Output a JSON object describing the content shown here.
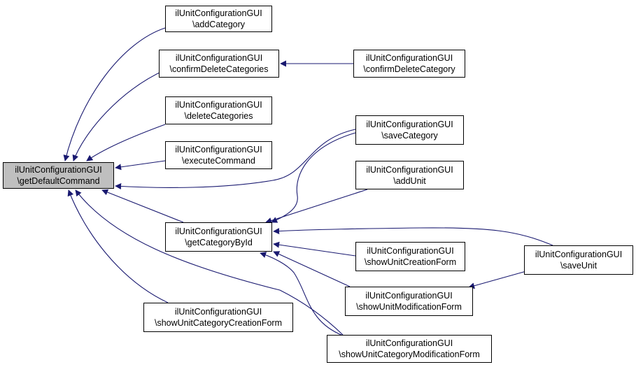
{
  "edge_color": "#191970",
  "focus_fill": "#bfbfbf",
  "nodes": {
    "getDefault": {
      "class": "ilUnitConfigurationGUI",
      "method": "\\getDefaultCommand"
    },
    "addCategory": {
      "class": "ilUnitConfigurationGUI",
      "method": "\\addCategory"
    },
    "confirmDeleteCategories": {
      "class": "ilUnitConfigurationGUI",
      "method": "\\confirmDeleteCategories"
    },
    "confirmDeleteCategory": {
      "class": "ilUnitConfigurationGUI",
      "method": "\\confirmDeleteCategory"
    },
    "deleteCategories": {
      "class": "ilUnitConfigurationGUI",
      "method": "\\deleteCategories"
    },
    "executeCommand": {
      "class": "ilUnitConfigurationGUI",
      "method": "\\executeCommand"
    },
    "saveCategory": {
      "class": "ilUnitConfigurationGUI",
      "method": "\\saveCategory"
    },
    "addUnit": {
      "class": "ilUnitConfigurationGUI",
      "method": "\\addUnit"
    },
    "getCategoryById": {
      "class": "ilUnitConfigurationGUI",
      "method": "\\getCategoryById"
    },
    "showUnitCreationForm": {
      "class": "ilUnitConfigurationGUI",
      "method": "\\showUnitCreationForm"
    },
    "saveUnit": {
      "class": "ilUnitConfigurationGUI",
      "method": "\\saveUnit"
    },
    "showUnitModificationForm": {
      "class": "ilUnitConfigurationGUI",
      "method": "\\showUnitModificationForm"
    },
    "showUnitCategoryCreationForm": {
      "class": "ilUnitConfigurationGUI",
      "method": "\\showUnitCategoryCreationForm"
    },
    "showUnitCategoryModificationForm": {
      "class": "ilUnitConfigurationGUI",
      "method": "\\showUnitCategoryModificationForm"
    }
  },
  "edges": [
    {
      "from": "addCategory",
      "to": "getDefault"
    },
    {
      "from": "confirmDeleteCategories",
      "to": "getDefault"
    },
    {
      "from": "confirmDeleteCategory",
      "to": "confirmDeleteCategories"
    },
    {
      "from": "deleteCategories",
      "to": "getDefault"
    },
    {
      "from": "executeCommand",
      "to": "getDefault"
    },
    {
      "from": "saveCategory",
      "to": "getDefault"
    },
    {
      "from": "getCategoryById",
      "to": "getDefault"
    },
    {
      "from": "showUnitCategoryCreationForm",
      "to": "getDefault"
    },
    {
      "from": "showUnitCategoryModificationForm",
      "to": "getDefault"
    },
    {
      "from": "saveCategory",
      "to": "getCategoryById"
    },
    {
      "from": "addUnit",
      "to": "getCategoryById"
    },
    {
      "from": "saveUnit",
      "to": "getCategoryById"
    },
    {
      "from": "showUnitCreationForm",
      "to": "getCategoryById"
    },
    {
      "from": "showUnitModificationForm",
      "to": "getCategoryById"
    },
    {
      "from": "showUnitCategoryModificationForm",
      "to": "getCategoryById"
    },
    {
      "from": "saveUnit",
      "to": "showUnitModificationForm"
    }
  ]
}
